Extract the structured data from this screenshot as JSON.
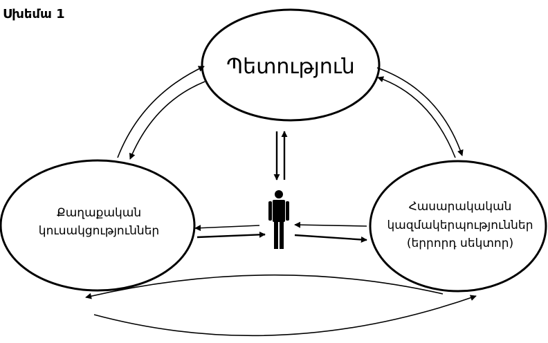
{
  "caption": "Սխեմա 1",
  "nodes": {
    "state": "Պետություն",
    "parties": [
      "Քաղաքական",
      "կուսակցություններ"
    ],
    "civil_society": [
      "Հասարակական",
      "կազմակերպություններ",
      "(երրորդ սեկտոր)"
    ]
  },
  "center_figure": "person-icon"
}
